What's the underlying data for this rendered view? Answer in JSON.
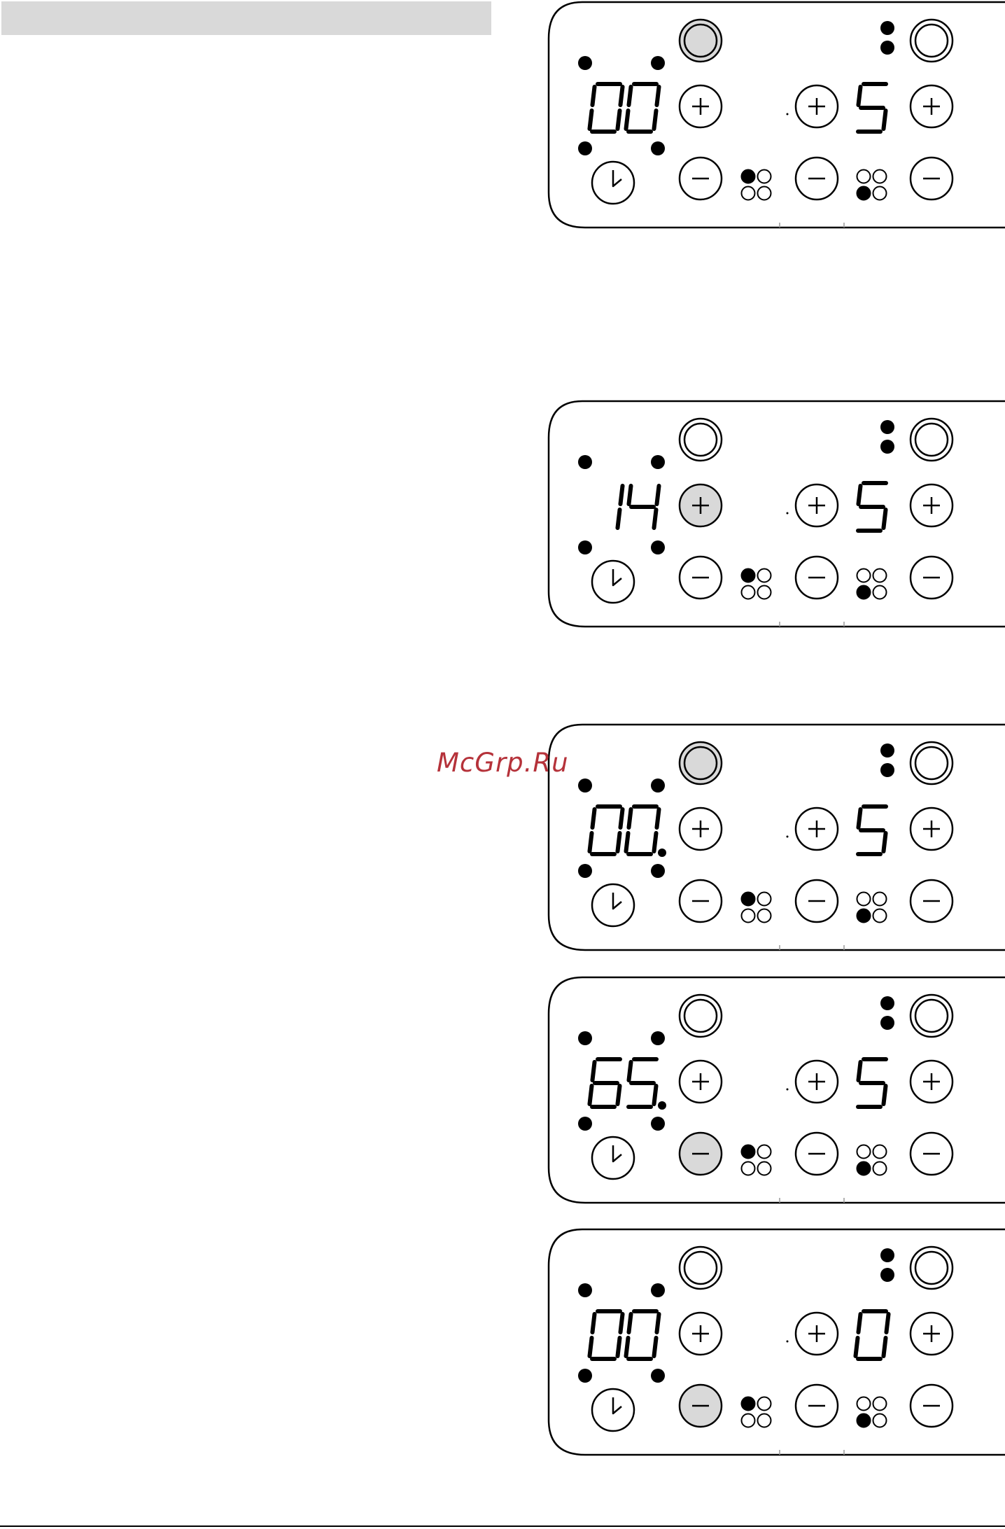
{
  "header": {
    "bar_color": "#d9d9d9"
  },
  "watermark": {
    "text": "McGrp.Ru",
    "color": "#b5323a"
  },
  "colors": {
    "pressed": "#d9d9d9",
    "ink": "#000000",
    "paper": "#ffffff"
  },
  "icons": {
    "zone_selector": "zone-selector-icon",
    "timer": "clock-icon",
    "front_left_zone": "zone-front-left-icon",
    "rear_left_zone": "zone-rear-left-icon"
  },
  "panels": [
    {
      "id": "panel-1",
      "timer_display": "00",
      "timer_dot": false,
      "power_display": "5",
      "pressed": [
        "left-selector"
      ],
      "power_level_dots": 2
    },
    {
      "id": "panel-2",
      "timer_display": "14",
      "timer_dot": false,
      "power_display": "5",
      "pressed": [
        "timer-plus"
      ],
      "power_level_dots": 2
    },
    {
      "id": "panel-3",
      "timer_display": "00",
      "timer_dot": true,
      "power_display": "5",
      "pressed": [
        "left-selector"
      ],
      "power_level_dots": 2
    },
    {
      "id": "panel-4",
      "timer_display": "65",
      "timer_dot": true,
      "power_display": "5",
      "pressed": [
        "timer-minus"
      ],
      "power_level_dots": 2
    },
    {
      "id": "panel-5",
      "timer_display": "00",
      "timer_dot": false,
      "power_display": "0",
      "pressed": [
        "timer-minus"
      ],
      "power_level_dots": 2
    }
  ]
}
